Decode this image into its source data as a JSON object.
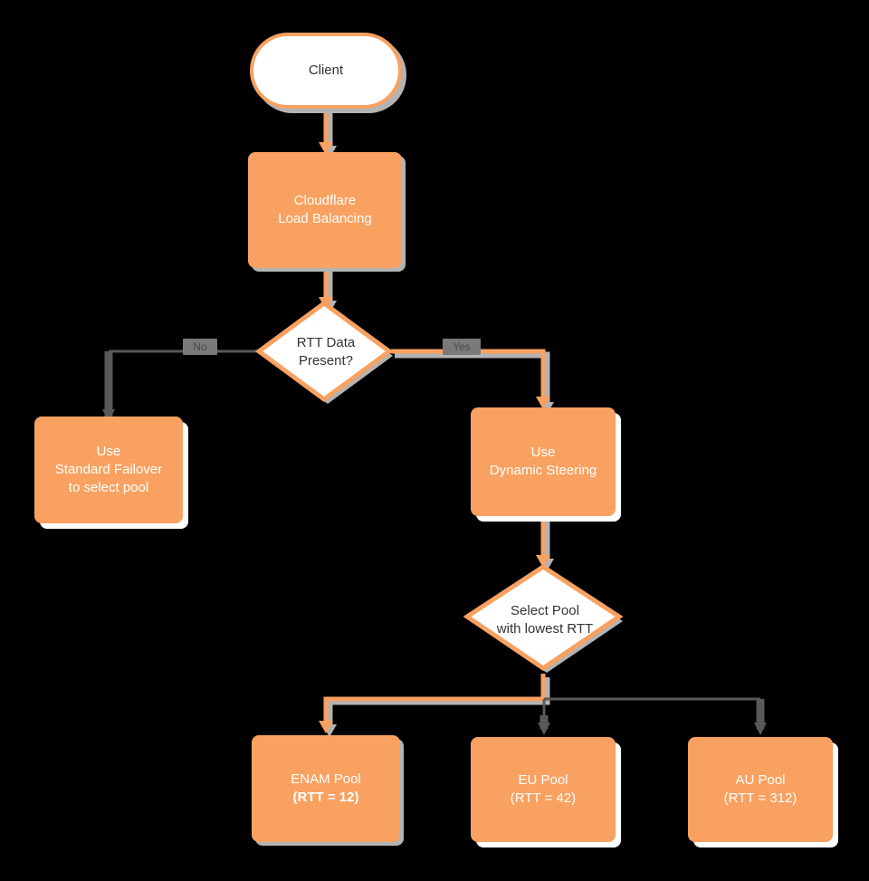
{
  "diagram": {
    "title": "Cloudflare Load Balancing RTT steering flowchart",
    "background_color": "#000000",
    "accent_color": "#f8a161",
    "connector_gray": "#595959",
    "shadow_gray": "#b3b3b3",
    "text_dark": "#333333",
    "text_light": "#ffffff"
  },
  "nodes": {
    "client": {
      "label": "Client",
      "shape": "stadium"
    },
    "load_balancing": {
      "line1": "Cloudflare",
      "line2": "Load Balancing",
      "shape": "rect"
    },
    "rtt_present": {
      "line1": "RTT Data",
      "line2": "Present?",
      "shape": "diamond"
    },
    "standard_failover": {
      "line1": "Use",
      "line2": "Standard Failover",
      "line3": "to select pool",
      "shape": "rect"
    },
    "dynamic_steering": {
      "line1": "Use",
      "line2": "Dynamic Steering",
      "shape": "rect"
    },
    "select_pool": {
      "line1": "Select Pool",
      "line2": "with lowest RTT",
      "shape": "diamond"
    },
    "enam_pool": {
      "line1": "ENAM Pool",
      "line2": "(RTT = 12)",
      "shape": "rect",
      "emphasis": "bold"
    },
    "eu_pool": {
      "line1": "EU Pool",
      "line2": "(RTT = 42)",
      "shape": "rect"
    },
    "au_pool": {
      "line1": "AU Pool",
      "line2": "(RTT = 312)",
      "shape": "rect"
    }
  },
  "edge_labels": {
    "no": "No",
    "yes": "Yes"
  }
}
